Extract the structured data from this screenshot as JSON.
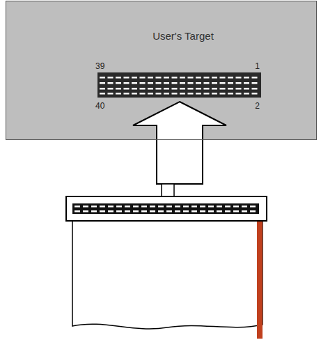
{
  "diagram": {
    "nodes": [
      {
        "text": [
          "User's Target"
        ]
      }
    ],
    "labels": [
      "39",
      "1",
      "40",
      "2"
    ]
  }
}
